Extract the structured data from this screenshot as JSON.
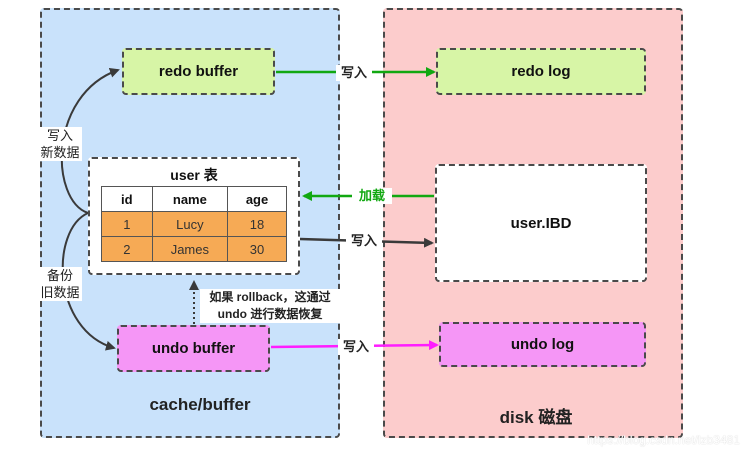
{
  "colors": {
    "cache_bg": "#c9e2fb",
    "disk_bg": "#fccccc",
    "green_box": "#d7f5a6",
    "magenta_box": "#f596f6",
    "table_row": "#f6aa55",
    "green_arrow": "#11a811",
    "magenta_arrow": "#ff1dff",
    "dark_arrow": "#3a3a3a"
  },
  "cache": {
    "label": "cache/buffer",
    "redo_buffer": "redo buffer",
    "undo_buffer": "undo buffer",
    "table": {
      "title": "user 表",
      "headers": [
        "id",
        "name",
        "age"
      ],
      "rows": [
        [
          "1",
          "Lucy",
          "18"
        ],
        [
          "2",
          "James",
          "30"
        ]
      ]
    },
    "write_new_label": [
      "写入",
      "新数据"
    ],
    "backup_old_label": [
      "备份",
      "旧数据"
    ],
    "rollback_note": [
      "如果 rollback，这通过",
      "undo  进行数据恢复"
    ]
  },
  "disk": {
    "label": "disk 磁盘",
    "redo_log": "redo log",
    "ibd": "user.IBD",
    "undo_log": "undo log"
  },
  "arrows": {
    "write_redo": "写入",
    "load": "加载",
    "write_ibd": "写入",
    "write_undo": "写入"
  },
  "watermark": "https://blog.csdn.net/lzb3481"
}
